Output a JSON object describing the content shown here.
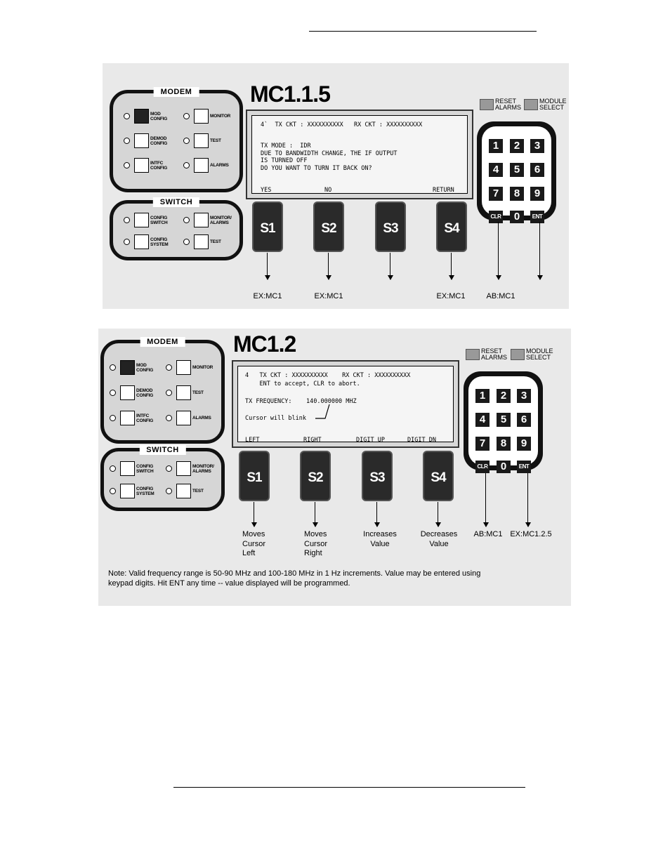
{
  "mc115": {
    "title": "MC1.1.5",
    "modem": {
      "title": "MODEM",
      "mod": "MOD\nCONFIG",
      "monitor": "MONITOR",
      "demod": "DEMOD\nCONFIG",
      "test": "TEST",
      "intfc": "INTFC\nCONFIG",
      "alarms": "ALARMS"
    },
    "switch": {
      "title": "SWITCH",
      "config_switch": "CONFIG\nSWITCH",
      "monitor_alarms": "MONITOR/\nALARMS",
      "config_system": "CONFIG\nSYSTEM",
      "test": "TEST"
    },
    "legend": {
      "reset": "RESET\nALARMS",
      "module": "MODULE\nSELECT"
    },
    "screen": {
      "line1": "4`  TX CKT : XXXXXXXXXX   RX CKT : XXXXXXXXXX",
      "line2": "TX MODE :  IDR",
      "line3": "DUE TO BANDWIDTH CHANGE, THE IF OUTPUT",
      "line4": "IS TURNED OFF",
      "line5": "DO YOU WANT TO TURN IT BACK ON?",
      "soft1": "YES",
      "soft2": "NO",
      "soft3": "",
      "soft4": "RETURN"
    },
    "softkeys": [
      "S1",
      "S2",
      "S3",
      "S4"
    ],
    "keypad": [
      "1",
      "2",
      "3",
      "4",
      "5",
      "6",
      "7",
      "8",
      "9",
      "CLR",
      "0",
      "ENT"
    ],
    "captions": {
      "s1": "EX:MC1",
      "s2": "EX:MC1",
      "s3": "",
      "s4": "EX:MC1",
      "clr": "AB:MC1",
      "ent": ""
    }
  },
  "mc12": {
    "title": "MC1.2",
    "modem": {
      "title": "MODEM",
      "mod": "MOD\nCONFIG",
      "monitor": "MONITOR",
      "demod": "DEMOD\nCONFIG",
      "test": "TEST",
      "intfc": "INTFC\nCONFIG",
      "alarms": "ALARMS"
    },
    "switch": {
      "title": "SWITCH",
      "config_switch": "CONFIG\nSWITCH",
      "monitor_alarms": "MONITOR/\nALARMS",
      "config_system": "CONFIG\nSYSTEM",
      "test": "TEST"
    },
    "legend": {
      "reset": "RESET\nALARMS",
      "module": "MODULE\nSELECT"
    },
    "screen": {
      "line1": "4   TX CKT : XXXXXXXXXX    RX CKT : XXXXXXXXXX",
      "line2": "    ENT to accept, CLR to abort.",
      "line3_label": "TX FREQUENCY:",
      "line3_value": "140.000000 MHZ",
      "line4": "Cursor will blink",
      "soft1": "LEFT",
      "soft2": "RIGHT",
      "soft3": "DIGIT UP",
      "soft4": "DIGIT DN"
    },
    "softkeys": [
      "S1",
      "S2",
      "S3",
      "S4"
    ],
    "keypad": [
      "1",
      "2",
      "3",
      "4",
      "5",
      "6",
      "7",
      "8",
      "9",
      "CLR",
      "0",
      "ENT"
    ],
    "captions": {
      "s1": "Moves\nCursor\nLeft",
      "s2": "Moves\nCursor\nRight",
      "s3": "Increases\nValue",
      "s4": "Decreases\nValue",
      "clr": "AB:MC1",
      "ent": "EX:MC1.2.5"
    },
    "note_line1": "Note:  Valid frequency range is 50-90 MHz and 100-180 MHz in 1 Hz increments.  Value may be entered using",
    "note_line2": "keypad digits.  Hit ENT any time -- value displayed will be programmed."
  }
}
